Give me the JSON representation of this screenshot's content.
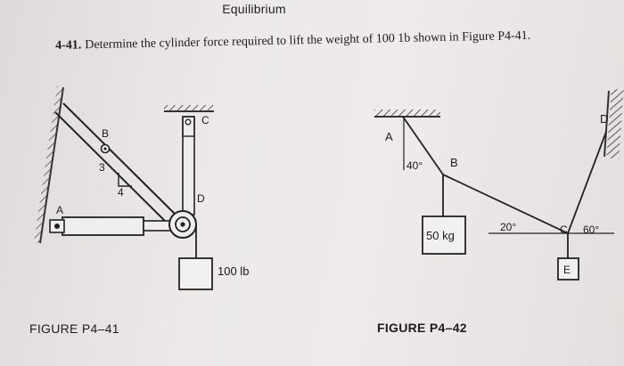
{
  "header": {
    "title": "Equilibrium"
  },
  "problem": {
    "number": "4-41.",
    "text": "Determine the cylinder force required  to lift the weight of 100 1b shown in Figure P4-41."
  },
  "figure1": {
    "caption": "FIGURE P4–41",
    "labels": {
      "A": "A",
      "B": "B",
      "C": "C",
      "D": "D",
      "side3": "3",
      "side4": "4",
      "weight": "100 lb"
    }
  },
  "figure2": {
    "caption": "FIGURE P4–42",
    "labels": {
      "A": "A",
      "B": "B",
      "C": "C",
      "D": "D",
      "E": "E",
      "mass": "50 kg",
      "angle_ab": "40°",
      "angle_bc": "20°",
      "angle_cd": "60°"
    }
  }
}
